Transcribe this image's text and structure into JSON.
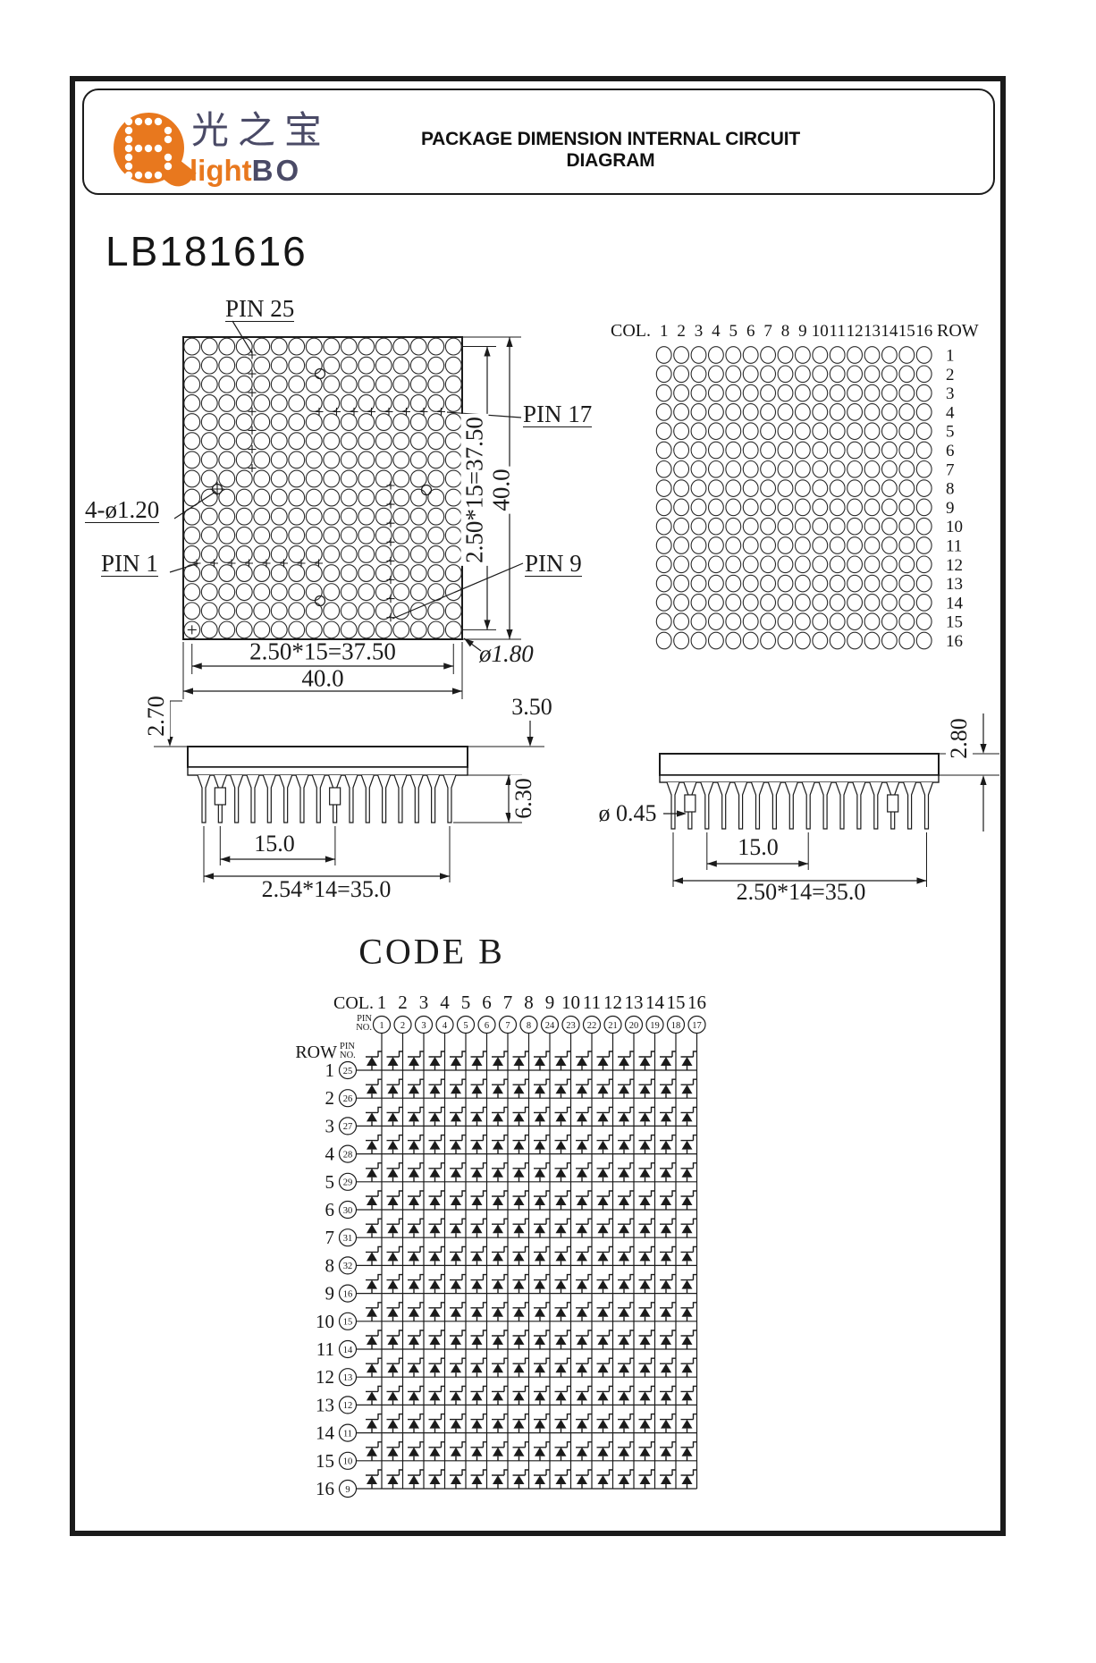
{
  "colors": {
    "ink": "#1b1b1b",
    "brand_orange": "#e8781e",
    "brand_navy": "#4a4a66"
  },
  "header": {
    "brand": {
      "chinese": "光之宝",
      "light": "light",
      "bo": "BO"
    },
    "title": "PACKAGE DIMENSION INTERNAL CIRCUIT DIAGRAM"
  },
  "part_number": "LB181616",
  "front_view": {
    "grid": {
      "rows": 16,
      "cols": 16
    },
    "labels": {
      "pin25": "PIN 25",
      "pin17": "PIN 17",
      "pin9": "PIN 9",
      "pin1": "PIN 1",
      "holes": "4-ø1.20",
      "led_dia": "ø1.80"
    },
    "dims": {
      "v_pitch": "2.50*15=37.50",
      "v_total": "40.0",
      "h_pitch": "2.50*15=37.50",
      "h_total": "40.0"
    }
  },
  "pattern_view": {
    "col_label": "COL.",
    "row_label": "ROW",
    "col_numbers": [
      1,
      2,
      3,
      4,
      5,
      6,
      7,
      8,
      9,
      10,
      11,
      12,
      13,
      14,
      15,
      16
    ],
    "row_numbers": [
      1,
      2,
      3,
      4,
      5,
      6,
      7,
      8,
      9,
      10,
      11,
      12,
      13,
      14,
      15,
      16
    ]
  },
  "side_front": {
    "pins": 16,
    "dims": {
      "standoff": "2.70",
      "thickness": "3.50",
      "lead_len": "6.30",
      "pitch": "15.0",
      "total": "2.54*14=35.0"
    }
  },
  "side_right": {
    "pins": 16,
    "dims": {
      "thickness": "2.80",
      "lead_dia": "ø 0.45",
      "pitch": "15.0",
      "total": "2.50*14=35.0"
    }
  },
  "code_b": {
    "title": "CODE B",
    "col_label": "COL.",
    "row_label": "ROW",
    "pin_no": [
      "PIN",
      "NO."
    ],
    "col_numbers": [
      1,
      2,
      3,
      4,
      5,
      6,
      7,
      8,
      9,
      10,
      11,
      12,
      13,
      14,
      15,
      16
    ],
    "col_pins": [
      1,
      2,
      3,
      4,
      5,
      6,
      7,
      8,
      24,
      23,
      22,
      21,
      20,
      19,
      18,
      17
    ],
    "row_numbers": [
      1,
      2,
      3,
      4,
      5,
      6,
      7,
      8,
      9,
      10,
      11,
      12,
      13,
      14,
      15,
      16
    ],
    "row_pins": [
      25,
      26,
      27,
      28,
      29,
      30,
      31,
      32,
      16,
      15,
      14,
      13,
      12,
      11,
      10,
      9
    ]
  }
}
